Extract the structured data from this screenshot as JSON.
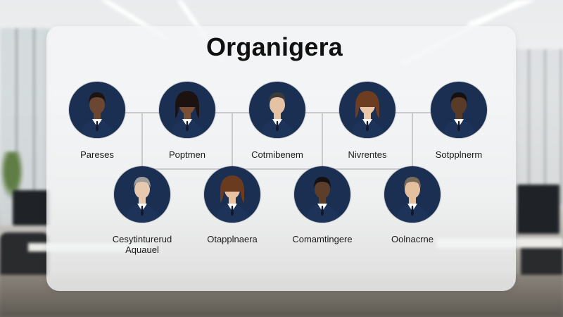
{
  "diagram": {
    "title": "Organigera",
    "top_row": [
      {
        "label": "Pareses",
        "skin": "#6b4630",
        "hair": "#1b1411",
        "hair_style": "short"
      },
      {
        "label": "Poptmen",
        "skin": "#7a4f35",
        "hair": "#1c1310",
        "hair_style": "long"
      },
      {
        "label": "Cotmibenem",
        "skin": "#e6c2a4",
        "hair": "#3b3b3b",
        "hair_style": "short"
      },
      {
        "label": "Nivrentes",
        "skin": "#eac7a6",
        "hair": "#6d3d22",
        "hair_style": "long"
      },
      {
        "label": "Sotpplnerm",
        "skin": "#5a3b28",
        "hair": "#161010",
        "hair_style": "short"
      }
    ],
    "bottom_row": [
      {
        "label": "Cesytinturerud\nAquauel",
        "skin": "#e7c9b0",
        "hair": "#9e9e9e",
        "hair_style": "short"
      },
      {
        "label": "Otapplnaera",
        "skin": "#e9c3a1",
        "hair": "#6a3b1f",
        "hair_style": "long"
      },
      {
        "label": "Comamtingere",
        "skin": "#5d3e2b",
        "hair": "#141010",
        "hair_style": "short"
      },
      {
        "label": "Oolnacrne",
        "skin": "#e5c09f",
        "hair": "#7a6a5a",
        "hair_style": "short"
      }
    ],
    "colors": {
      "avatar_bg": "#1a2f52",
      "suit": "#1e3359",
      "connector": "#c8cacc"
    }
  }
}
